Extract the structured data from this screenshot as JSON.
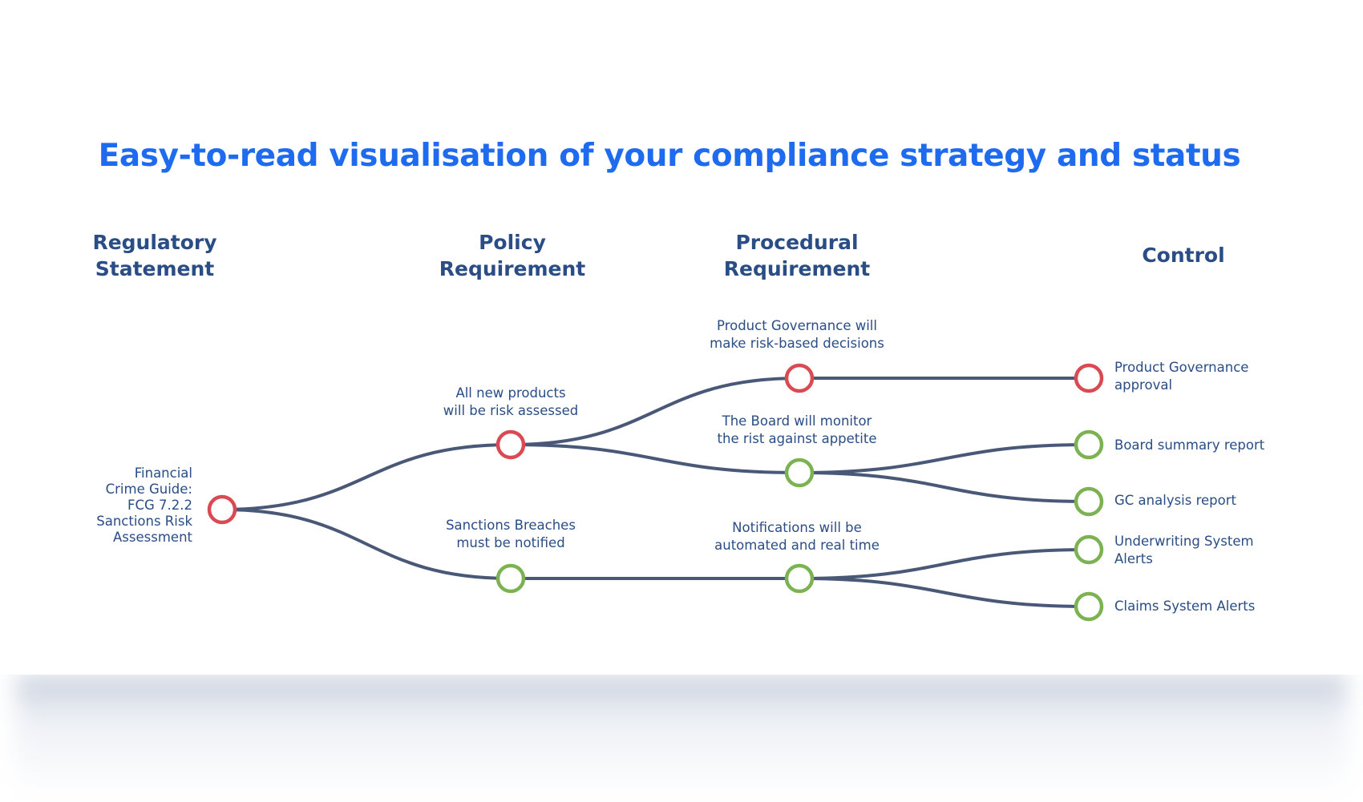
{
  "title": "Easy-to-read visualisation of your compliance strategy and status",
  "columns": [
    {
      "key": "regulatory",
      "label": "Regulatory\nStatement"
    },
    {
      "key": "policy",
      "label": "Policy\nRequirement"
    },
    {
      "key": "procedural",
      "label": "Procedural\nRequirement"
    },
    {
      "key": "control",
      "label": "Control"
    }
  ],
  "nodes": {
    "root": {
      "label": "Financial\nCrime Guide:\nFCG 7.2.2\nSanctions Risk\nAssessment",
      "status": "red"
    },
    "policy_new_products": {
      "label": "All new products\nwill be risk assessed",
      "status": "red"
    },
    "policy_sanctions": {
      "label": "Sanctions Breaches\nmust be notified",
      "status": "green"
    },
    "proc_governance": {
      "label": "Product Governance will\nmake risk-based decisions",
      "status": "red"
    },
    "proc_board": {
      "label": "The Board will monitor\nthe rist against appetite",
      "status": "green"
    },
    "proc_notifications": {
      "label": "Notifications will be\nautomated and real time",
      "status": "green"
    },
    "ctrl_governance_approval": {
      "label": "Product Governance\napproval",
      "status": "red"
    },
    "ctrl_board_report": {
      "label": "Board summary report",
      "status": "green"
    },
    "ctrl_gc_report": {
      "label": "GC analysis report",
      "status": "green"
    },
    "ctrl_uw_alerts": {
      "label": "Underwriting System\nAlerts",
      "status": "green"
    },
    "ctrl_claims_alerts": {
      "label": "Claims System Alerts",
      "status": "green"
    }
  },
  "colors": {
    "title": "#1f6bf0",
    "heading": "#2a4d86",
    "connector": "#4a5878",
    "red": "#d94a52",
    "green": "#7cb252"
  }
}
